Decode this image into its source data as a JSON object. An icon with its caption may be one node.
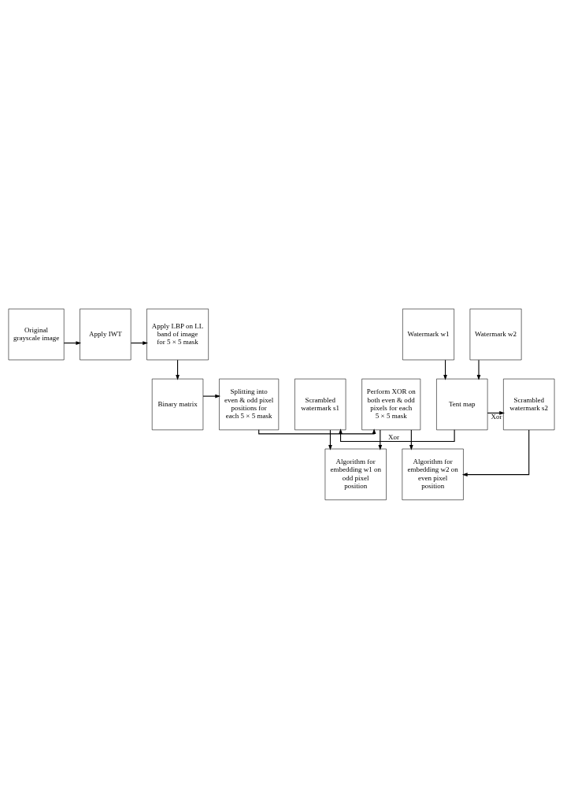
{
  "diagram": {
    "nodes": [
      {
        "text": [
          "Original grayscale image"
        ]
      },
      {
        "text": [
          "Apply IWT"
        ]
      },
      {
        "text": [
          "Apply LBP on LL band of image for 5 × 5 mask"
        ]
      },
      {
        "text": [
          "Binary matrix"
        ]
      },
      {
        "text": [
          "Splitting into even & odd pixel positions for each 5 × 5 mask"
        ]
      },
      {
        "text": [
          "Perform XOR on both even & odd pixels for each 5 × 5 mask"
        ]
      },
      {
        "text": [
          "Algorithm for embedding w1 on odd pixel position"
        ]
      },
      {
        "text": [
          "Algorithm for embedding w2 on even pixel position"
        ]
      },
      {
        "text": [
          "Tent map"
        ]
      },
      {
        "text": [
          "Scrambled watermark s1"
        ]
      },
      {
        "text": [
          "Scrambled watermark s2"
        ]
      },
      {
        "text": [
          "Watermark w1"
        ]
      },
      {
        "text": [
          "Watermark w2"
        ]
      }
    ],
    "edges": [
      {
        "from": 0,
        "to": 1,
        "arrow": "to"
      },
      {
        "from": 1,
        "to": 2,
        "arrow": "to"
      },
      {
        "from": 2,
        "to": 3,
        "arrow": "to"
      },
      {
        "from": 3,
        "to": 4,
        "arrow": "to"
      },
      {
        "from": 4,
        "to": 5,
        "arrow": "to"
      },
      {
        "from": 5,
        "to": 6,
        "arrow": "to"
      },
      {
        "from": 5,
        "to": 7,
        "arrow": "to"
      },
      {
        "from": 8,
        "to": 9,
        "arrow": "to",
        "label": "Xor"
      },
      {
        "from": 8,
        "to": 10,
        "arrow": "to",
        "label": "Xor"
      },
      {
        "from": 9,
        "to": 6,
        "arrow": "to"
      },
      {
        "from": 10,
        "to": 7,
        "arrow": "to"
      },
      {
        "from": 11,
        "to": 8,
        "arrow": "to"
      },
      {
        "from": 12,
        "to": 8,
        "arrow": "to"
      }
    ]
  }
}
